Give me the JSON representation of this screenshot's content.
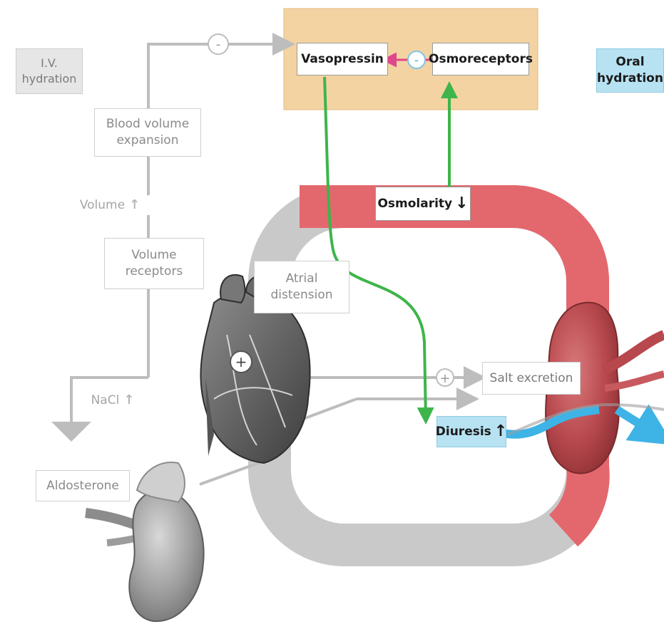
{
  "diagram": {
    "labels": {
      "iv_hydration": "I.V.\nhydration",
      "oral_hydration": "Oral\nhydration",
      "vasopressin": "Vasopressin",
      "osmoreceptors": "Osmoreceptors",
      "blood_volume_expansion": "Blood volume\nexpansion",
      "volume": "Volume",
      "volume_receptors": "Volume\nreceptors",
      "atrial_distension": "Atrial\ndistension",
      "osmolarity": "Osmolarity",
      "salt_excretion": "Salt excretion",
      "nacl": "NaCl",
      "diuresis": "Diuresis",
      "aldosterone": "Aldosterone"
    },
    "symbols": {
      "minus": "-",
      "plus": "+",
      "up_arrow": "↑",
      "down_arrow": "↓"
    },
    "colors": {
      "panel": "#f3d3a2",
      "green_arrow": "#3db54a",
      "pink_arrow": "#e0478a",
      "red_vessel": "#e3686d",
      "grey_vessel": "#c9c9c9",
      "blue_box": "#b7e2f2",
      "blue_arrow": "#3eb3e6"
    },
    "icons": [
      "heart-illustration",
      "kidney-illustration",
      "adrenal-kidney-illustration"
    ]
  }
}
